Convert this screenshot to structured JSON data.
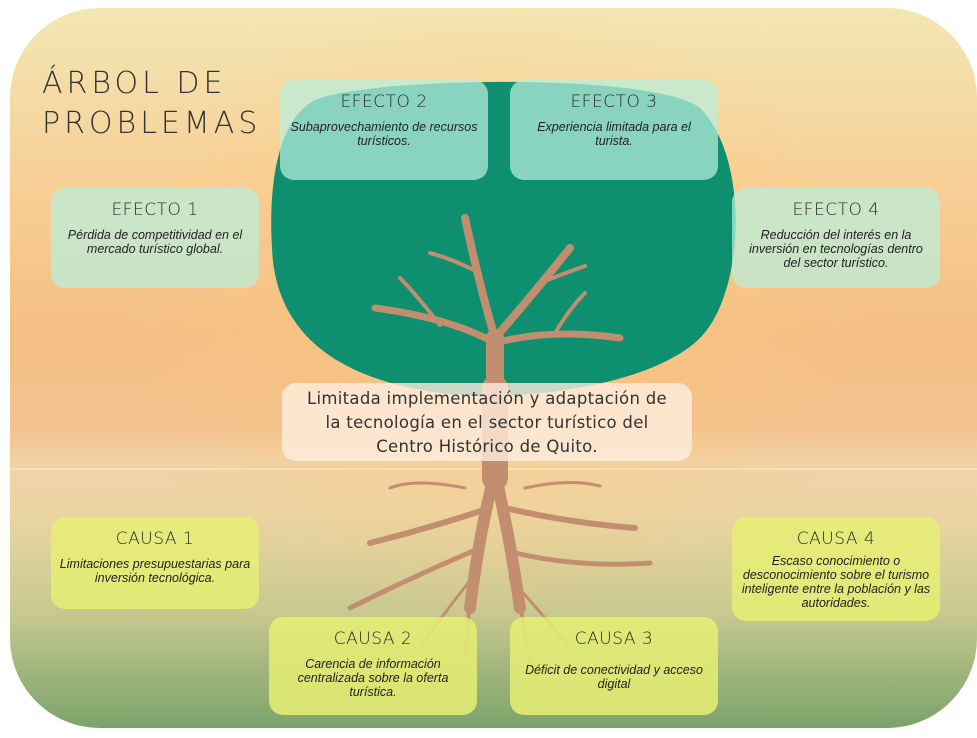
{
  "title": {
    "line1": "ÁRBOL DE",
    "line2": "PROBLEMAS"
  },
  "central_problem": {
    "line1": "Limitada implementación y adaptación de",
    "line2": "la tecnología en el sector turístico del",
    "line3": "Centro Histórico de Quito."
  },
  "effects": [
    {
      "label": "EFECTO 1",
      "desc": "Pérdida de competitividad en el mercado turístico global."
    },
    {
      "label": "EFECTO 2",
      "desc": "Subaprovechamiento de recursos turísticos."
    },
    {
      "label": "EFECTO 3",
      "desc": "Experiencia limitada para el turista."
    },
    {
      "label": "EFECTO 4",
      "desc": "Reducción del interés en la inversión en tecnologías dentro del sector turístico."
    }
  ],
  "causes": [
    {
      "label": "CAUSA 1",
      "desc": "Limitaciones presupuestarias para inversión tecnológica."
    },
    {
      "label": "CAUSA 2",
      "desc": "Carencia de información centralizada sobre la oferta turística."
    },
    {
      "label": "CAUSA 3",
      "desc": "Déficit de conectividad y acceso digital"
    },
    {
      "label": "CAUSA 4",
      "desc": "Escaso conocimiento o desconocimiento sobre el turismo inteligente entre la población y las autoridades."
    }
  ],
  "colors": {
    "canopy": "#0e8f6f",
    "trunk": "#c38e70",
    "effect_box": "#b9eedc",
    "cause_box": "#e6ee73"
  }
}
